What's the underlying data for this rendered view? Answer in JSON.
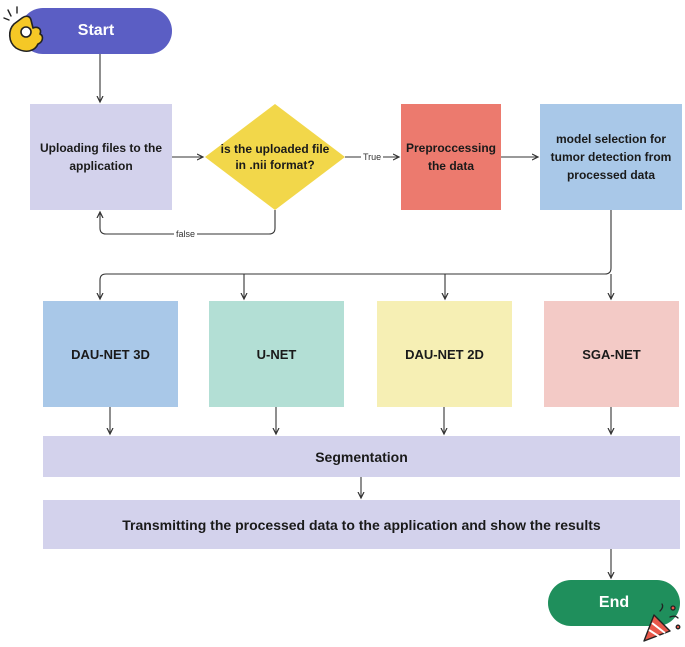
{
  "nodes": {
    "start": "Start",
    "upload": "Uploading files to the application",
    "decision": "is the uploaded file in .nii format?",
    "preprocess": "Preproccessing the data",
    "model_selection": "model selection for tumor detection from processed data",
    "models": [
      "DAU-NET 3D",
      "U-NET",
      "DAU-NET 2D",
      "SGA-NET"
    ],
    "segmentation": "Segmentation",
    "transmit": "Transmitting the processed data to the application and show the results",
    "end": "End"
  },
  "edges": {
    "true_label": "True",
    "false_label": "false"
  },
  "colors": {
    "start": "#5b5ec4",
    "end": "#1f8f5c",
    "lavender": "#d3d2ec",
    "decision": "#f2d74a",
    "preprocess": "#ec7a6e",
    "blue": "#a9c8e8",
    "mint": "#b3dfd5",
    "yellow": "#f6efb4",
    "pink": "#f3cac6"
  },
  "icons": [
    "ok-hand-icon",
    "party-popper-icon"
  ]
}
